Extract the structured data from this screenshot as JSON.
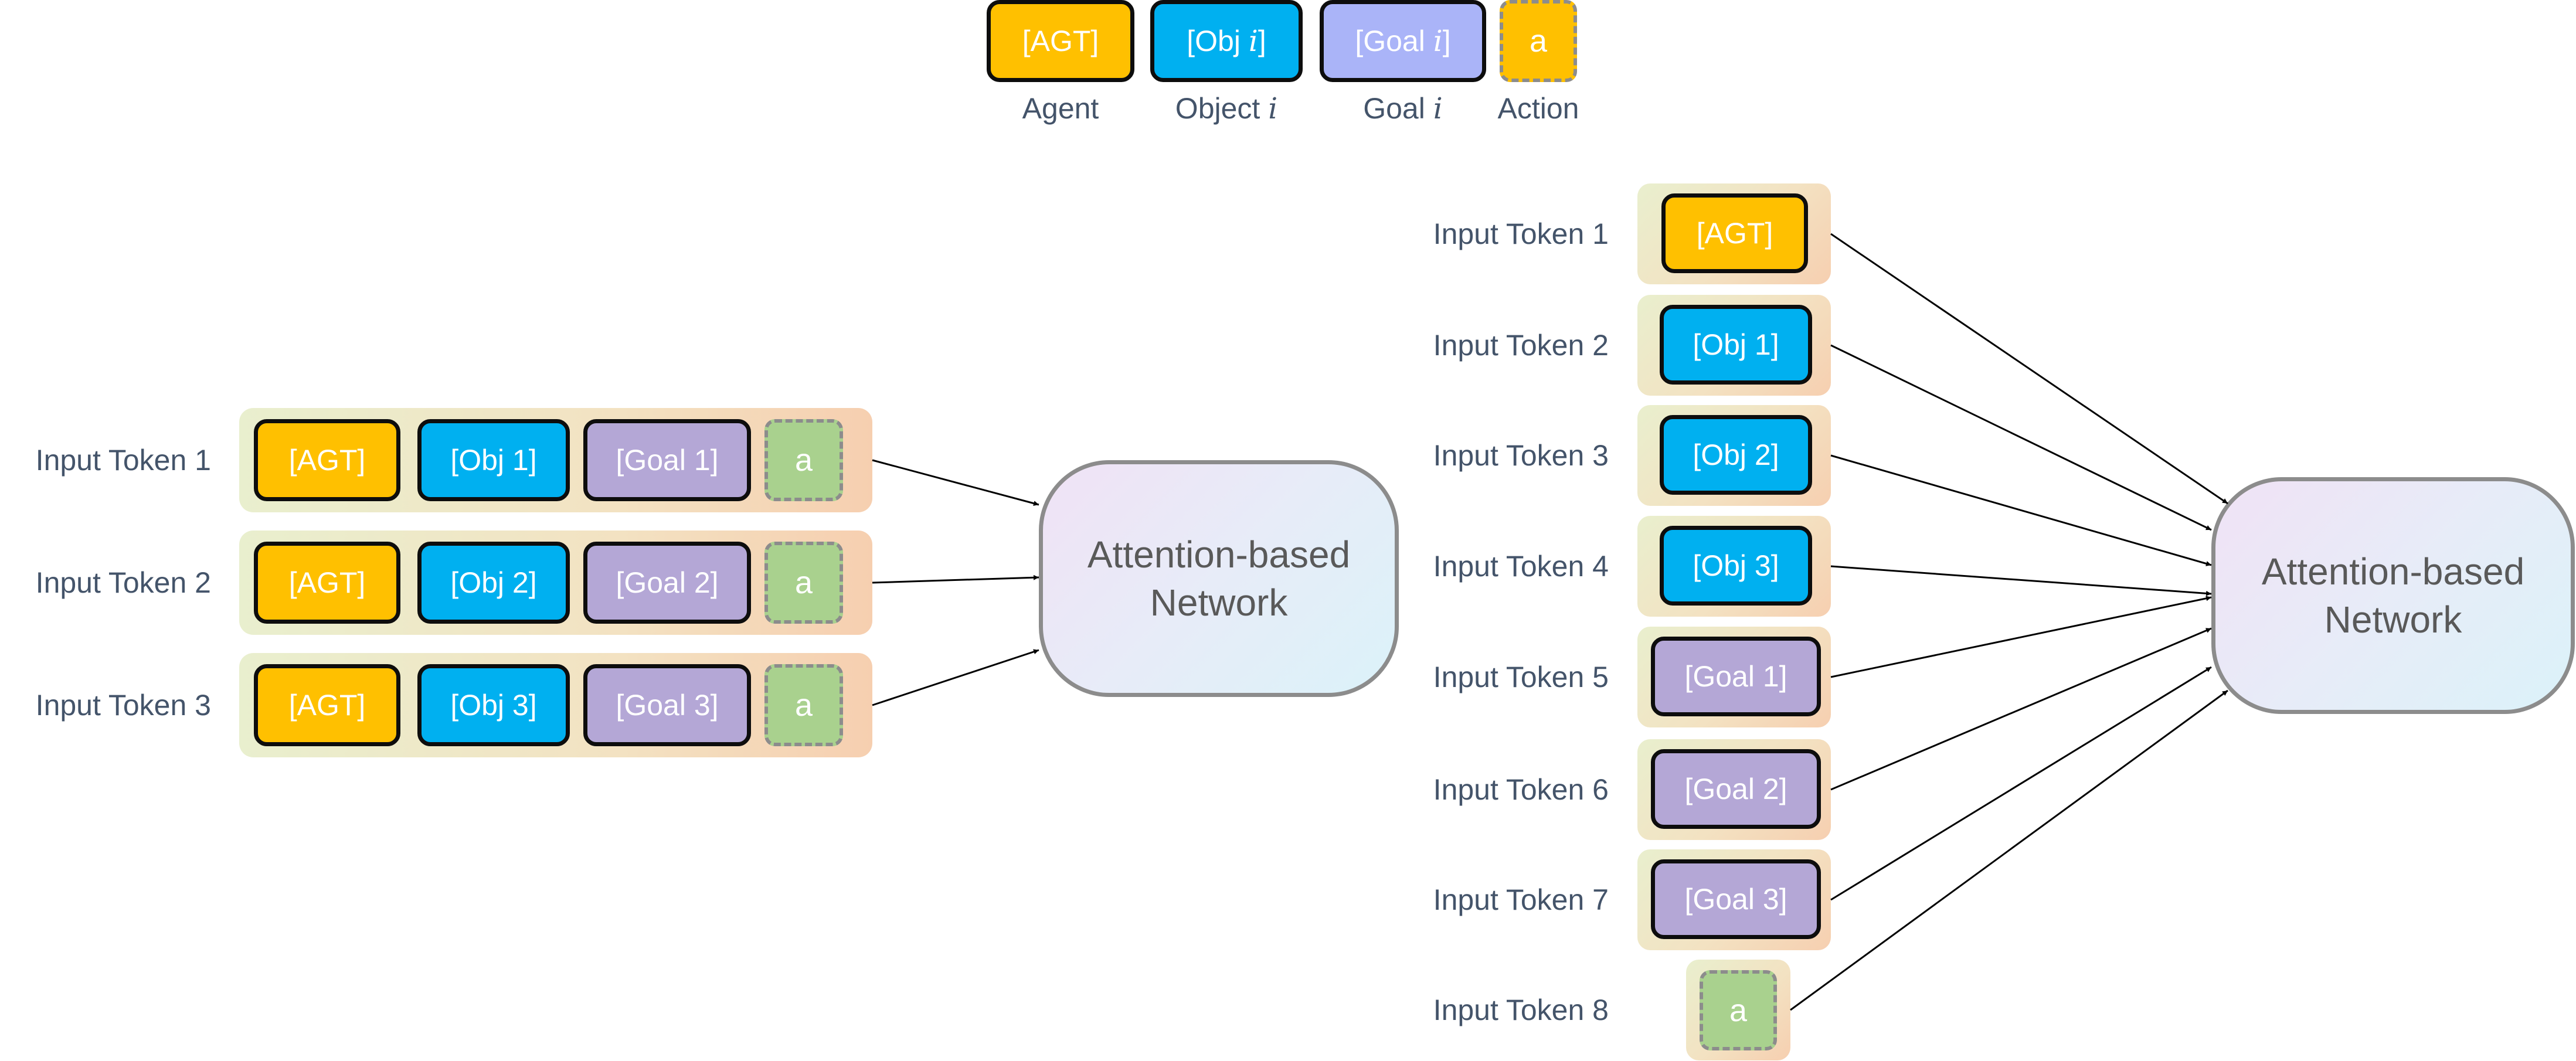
{
  "legend": {
    "agent": {
      "token": "[AGT]",
      "label": "Agent"
    },
    "object": {
      "token_prefix": "[Obj ",
      "token_var": "i",
      "token_suffix": "]",
      "label_prefix": "Object ",
      "label_var": "i"
    },
    "goal": {
      "token_prefix": "[Goal ",
      "token_var": "i",
      "token_suffix": "]",
      "label_prefix": "Goal ",
      "label_var": "i"
    },
    "action": {
      "token": "a",
      "label": "Action"
    }
  },
  "left": {
    "rows": [
      {
        "label": "Input Token 1",
        "agent": "[AGT]",
        "object": "[Obj 1]",
        "goal": "[Goal 1]",
        "action": "a"
      },
      {
        "label": "Input Token 2",
        "agent": "[AGT]",
        "object": "[Obj 2]",
        "goal": "[Goal 2]",
        "action": "a"
      },
      {
        "label": "Input Token 3",
        "agent": "[AGT]",
        "object": "[Obj 3]",
        "goal": "[Goal 3]",
        "action": "a"
      }
    ],
    "network": {
      "line1": "Attention-based",
      "line2": "Network"
    }
  },
  "right": {
    "rows": [
      {
        "label": "Input Token 1",
        "token": "[AGT]",
        "kind": "agent"
      },
      {
        "label": "Input Token 2",
        "token": "[Obj 1]",
        "kind": "object"
      },
      {
        "label": "Input Token 3",
        "token": "[Obj 2]",
        "kind": "object"
      },
      {
        "label": "Input Token 4",
        "token": "[Obj 3]",
        "kind": "object"
      },
      {
        "label": "Input Token 5",
        "token": "[Goal 1]",
        "kind": "goal"
      },
      {
        "label": "Input Token 6",
        "token": "[Goal 2]",
        "kind": "goal"
      },
      {
        "label": "Input Token 7",
        "token": "[Goal 3]",
        "kind": "goal"
      },
      {
        "label": "Input Token 8",
        "token": "a",
        "kind": "action"
      }
    ],
    "network": {
      "line1": "Attention-based",
      "line2": "Network"
    }
  },
  "colors": {
    "agent": "#ffc000",
    "object": "#00b0f0",
    "goal": "#b4a7d6",
    "action_token": "#a9d18e",
    "label_text": "#44546a"
  }
}
